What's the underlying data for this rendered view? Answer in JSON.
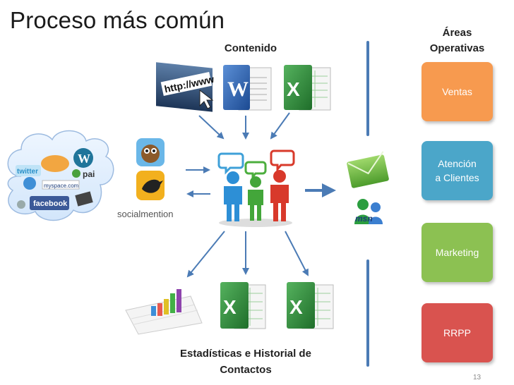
{
  "slide": {
    "title": "Proceso más común",
    "content_label": "Contenido",
    "stats_label_line1": "Estadísticas e Historial de",
    "stats_label_line2": "Contactos",
    "areas_header_line1": "Áreas",
    "areas_header_line2": "Operativas",
    "page_number": "13"
  },
  "areas": [
    {
      "label_line1": "Ventas",
      "label_line2": "",
      "color": "#f79a4f"
    },
    {
      "label_line1": "Atención",
      "label_line2": "a Clientes",
      "color": "#4ba6c9"
    },
    {
      "label_line1": "Marketing",
      "label_line2": "",
      "color": "#8cc152"
    },
    {
      "label_line1": "RRPP",
      "label_line2": "",
      "color": "#d9534f"
    }
  ],
  "logos": {
    "url_text": "http://www",
    "twitter": "twitter",
    "myspace": "myspace.com",
    "facebook": "facebook",
    "ping": "pai",
    "socialmention": "socialmention",
    "msn": "msn"
  },
  "colors": {
    "arrow": "#4b7bb5",
    "excel_green": "#2e8b3a",
    "word_blue": "#2a5aa8"
  }
}
